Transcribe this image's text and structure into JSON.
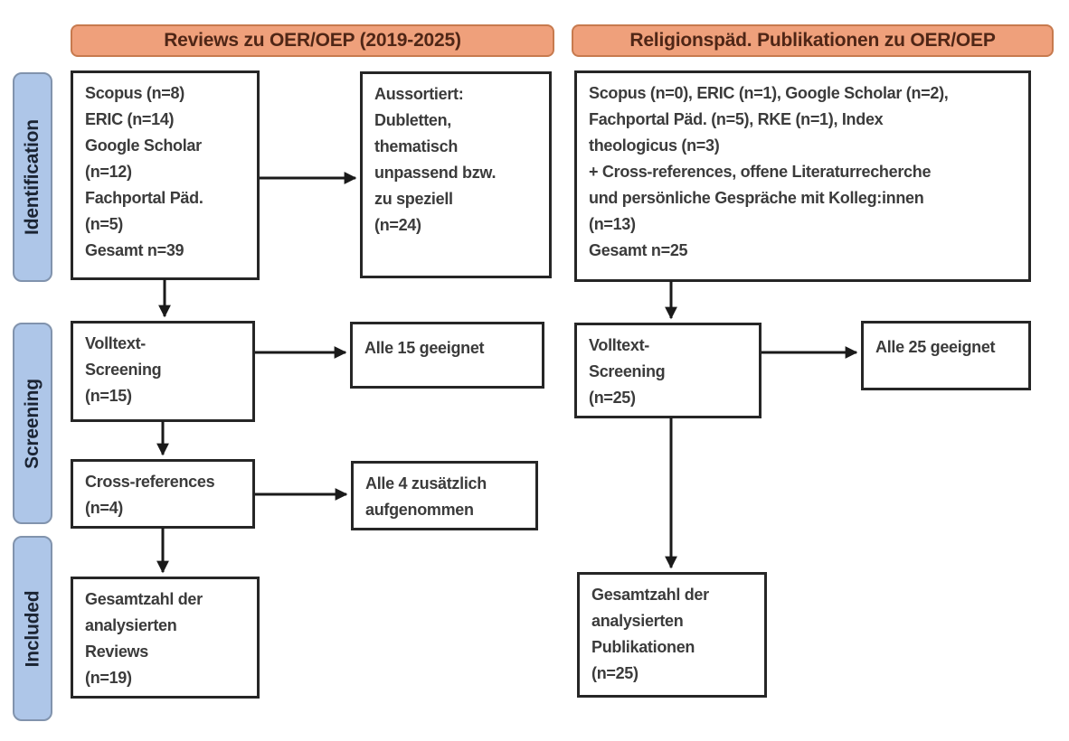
{
  "headers": {
    "left": "Reviews zu OER/OEP (2019-2025)",
    "right": "Religionspäd. Publikationen zu OER/OEP"
  },
  "stages": {
    "identification": "Identification",
    "screening": "Screening",
    "included": "Included"
  },
  "left_flow": {
    "sources": "Scopus (n=8)\nERIC (n=14)\nGoogle Scholar\n(n=12)\nFachportal Päd.\n(n=5)\nGesamt n=39",
    "excluded": "Aussortiert:\nDubletten,\nthematisch\nunpassend bzw.\nzu speziell\n(n=24)",
    "fulltext_screening": "Volltext-\nScreening\n(n=15)",
    "all_suitable": "Alle 15 geeignet",
    "cross_references": "Cross-references\n(n=4)",
    "additional_included": "Alle 4 zusätzlich\naufgenommen",
    "total": "Gesamtzahl der\nanalysierten\nReviews\n(n=19)"
  },
  "right_flow": {
    "sources": "Scopus (n=0), ERIC (n=1), Google Scholar (n=2),\nFachportal Päd. (n=5), RKE (n=1), Index\ntheologicus (n=3)\n+ Cross-references, offene Literaturrecherche\nund persönliche Gespräche mit Kolleg:innen\n(n=13)\nGesamt n=25",
    "fulltext_screening": "Volltext-\nScreening\n(n=25)",
    "all_suitable": "Alle 25 geeignet",
    "total": "Gesamtzahl der\nanalysierten\nPublikationen\n(n=25)"
  },
  "colors": {
    "header_fill": "#EFA07B",
    "header_border": "#C77A4E",
    "header_text": "#4F2616",
    "stage_fill": "#AEC6E8",
    "stage_border": "#8193AD",
    "stage_text": "#1B2433",
    "box_border": "#262626",
    "box_text": "#3B3B3B",
    "arrow": "#1A1A1A"
  }
}
